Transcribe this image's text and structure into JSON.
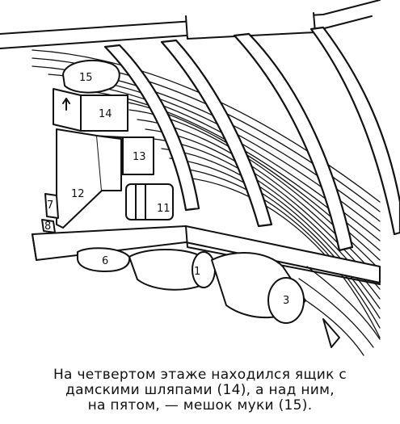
{
  "figure": {
    "labels": {
      "n15": "15",
      "n14": "14",
      "n13": "13",
      "n12": "12",
      "n11": "11",
      "n6": "6",
      "n1": "1",
      "n3": "3",
      "n7": "7",
      "n8": "8"
    }
  },
  "caption": {
    "line1": "На четвертом этаже находился ящик с",
    "line2": "дамскими шляпами (14), а над ним,",
    "line3": "на пятом, — мешок муки (15)."
  }
}
